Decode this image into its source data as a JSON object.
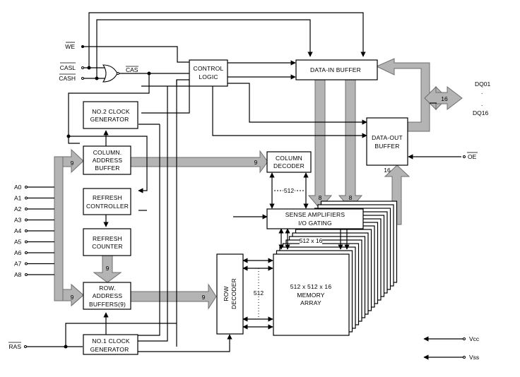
{
  "diagram": {
    "title": "",
    "type": "block-diagram",
    "subject": "512 x 512 x 16 DRAM functional block diagram",
    "blocks": {
      "control_logic": [
        "CONTROL",
        "LOGIC"
      ],
      "data_in_buffer": [
        "DATA-IN BUFFER"
      ],
      "data_out_buffer": [
        "DATA-OUT",
        "BUFFER"
      ],
      "no2_clock_generator": [
        "NO.2 CLOCK",
        "GENERATOR"
      ],
      "column_address_buffer": [
        "COLUMN.",
        "ADDRESS",
        "BUFFER"
      ],
      "column_decoder": [
        "COLUMN",
        "DECODER"
      ],
      "refresh_controller": [
        "REFRESH",
        "CONTROLLER"
      ],
      "refresh_counter": [
        "REFRESH",
        "COUNTER"
      ],
      "row_address_buffers": [
        "ROW.",
        "ADDRESS",
        "BUFFERS(9)"
      ],
      "sense_amplifiers": [
        "SENSE AMPLIFIERS",
        "I/O GATING"
      ],
      "row_decoder": [
        "ROW",
        "DECODER"
      ],
      "memory_array": [
        "512 x 512 x 16",
        "MEMORY",
        "ARRAY"
      ],
      "no1_clock_generator": [
        "NO.1 CLOCK",
        "GENERATOR"
      ]
    },
    "pins": {
      "we": "WE",
      "casl": "CASL",
      "cash": "CASH",
      "cas_internal": "CAS",
      "ras": "RAS",
      "oe": "OE",
      "dq_top": "DQ01",
      "dq_bottom": "DQ16",
      "dq_dots": ".",
      "vcc": "Vcc",
      "vss": "Vss",
      "address": [
        "A0",
        "A1",
        "A2",
        "A3",
        "A4",
        "A5",
        "A6",
        "A7",
        "A8"
      ]
    },
    "bus_widths": {
      "addr_to_col_buffer": "9",
      "addr_to_row_buffer": "9",
      "col_buffer_to_decoder": "9",
      "refresh_counter_to_row": "9",
      "row_buffer_to_decoder": "9",
      "data_in_to_sense_a": "8",
      "data_in_to_sense_b": "8",
      "sense_to_data_out": "16",
      "dq_bus": "16",
      "column_lines": "512",
      "row_lines": "512",
      "array_io": "512 x 16"
    },
    "colors": {
      "bus_fill": "#b4b4b4",
      "line": "#000000",
      "background": "#ffffff"
    }
  }
}
